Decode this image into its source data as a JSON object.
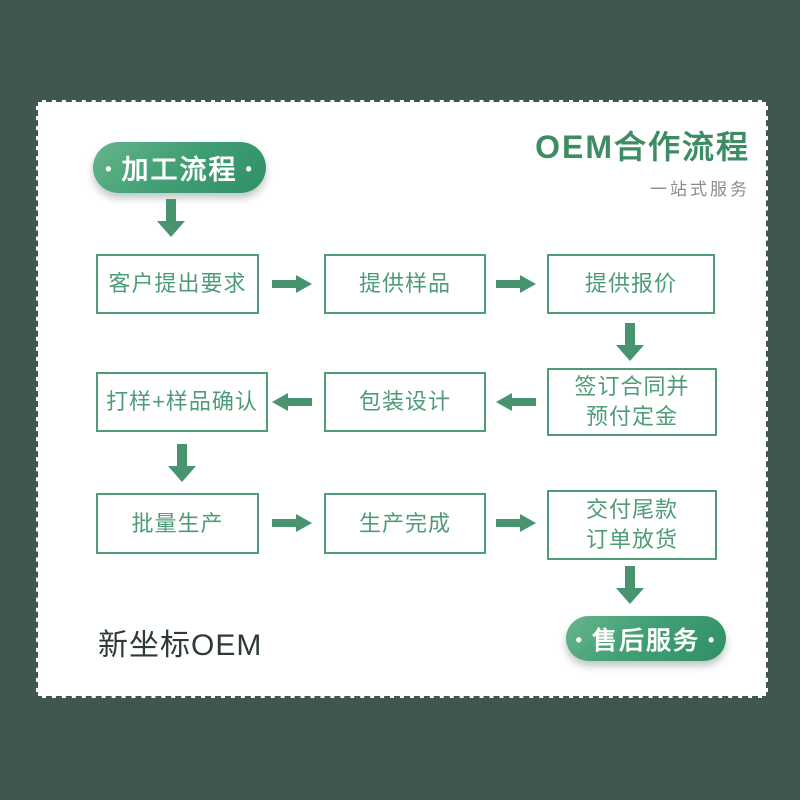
{
  "colors": {
    "background": "#3F574D",
    "card_background": "#FFFFFF",
    "accent_green": "#4E9B74",
    "arrow_green": "#47946E",
    "title_green": "#3E8C63",
    "subtitle_gray": "#8C8C8C",
    "badge_gradient_start": "#67B58C",
    "badge_gradient_end": "#2E8F66",
    "brand_dark": "#2D3B34"
  },
  "header": {
    "process_badge": {
      "dot": "•",
      "label": "加工流程"
    },
    "title": "OEM合作流程",
    "subtitle": "一站式服务"
  },
  "flow": {
    "row1": {
      "box1": "客户提出要求",
      "box2": "提供样品",
      "box3": "提供报价"
    },
    "row2": {
      "box1": "打样+样品确认",
      "box2": "包装设计",
      "box3_line1": "签订合同并",
      "box3_line2": "预付定金"
    },
    "row3": {
      "box1": "批量生产",
      "box2": "生产完成",
      "box3_line1": "交付尾款",
      "box3_line2": "订单放货"
    },
    "end_badge": {
      "dot": "•",
      "label": "售后服务"
    }
  },
  "footer": {
    "brand": "新坐标OEM"
  }
}
